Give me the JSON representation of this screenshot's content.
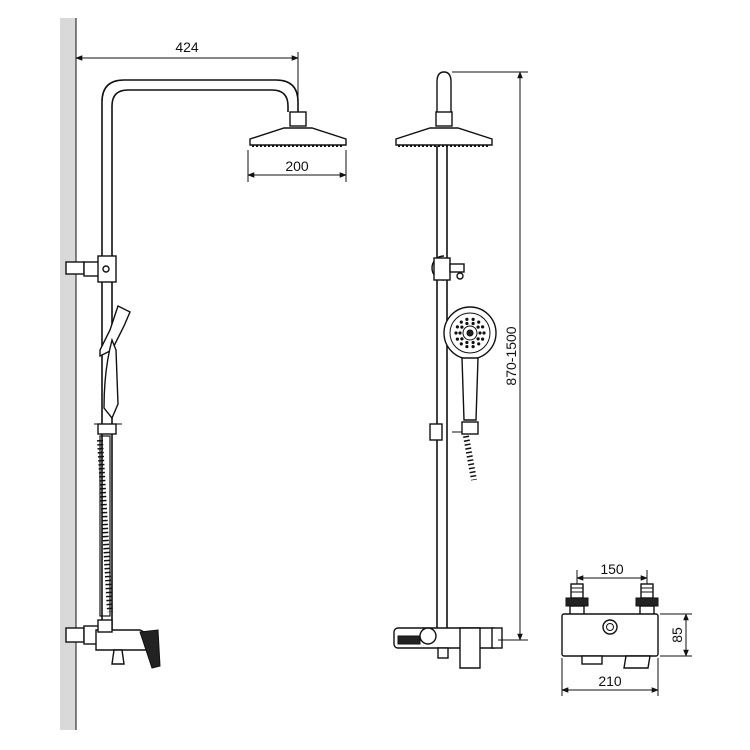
{
  "dimensions": {
    "arm_reach": "424",
    "head_diameter_side": "200",
    "height_range": "870-1500",
    "inlet_spacing": "150",
    "mixer_depth": "85",
    "mixer_width": "210"
  },
  "colors": {
    "line": "#111111",
    "wall": "#d9d9d9",
    "background": "#ffffff"
  }
}
